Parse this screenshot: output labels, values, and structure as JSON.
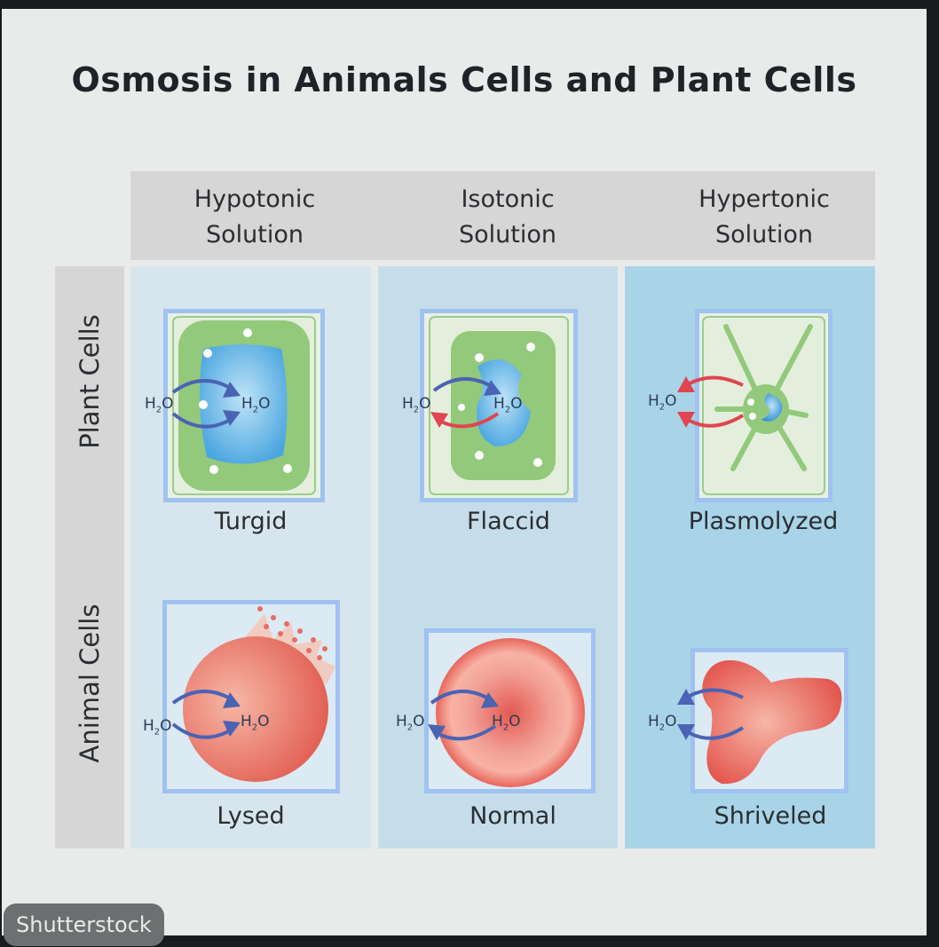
{
  "title": "Osmosis in Animals Cells and Plant Cells",
  "columns": [
    {
      "line1": "Hypotonic",
      "line2": "Solution"
    },
    {
      "line1": "Isotonic",
      "line2": "Solution"
    },
    {
      "line1": "Hypertonic",
      "line2": "Solution"
    }
  ],
  "rows": [
    "Plant Cells",
    "Animal Cells"
  ],
  "plant_labels": [
    "Turgid",
    "Flaccid",
    "Plasmolyzed"
  ],
  "animal_labels": [
    "Lysed",
    "Normal",
    "Shriveled"
  ],
  "molecule": {
    "base": "H",
    "sub": "2",
    "tail": "O"
  },
  "colors": {
    "hypotonic_bg": "#d7e6ee",
    "isotonic_bg": "#c5dde9",
    "hypertonic_bg": "#a9d4e8",
    "inflow_arrow": "#4b63b3",
    "outflow_arrow": "#e04550"
  },
  "credit": "Shutterstock"
}
